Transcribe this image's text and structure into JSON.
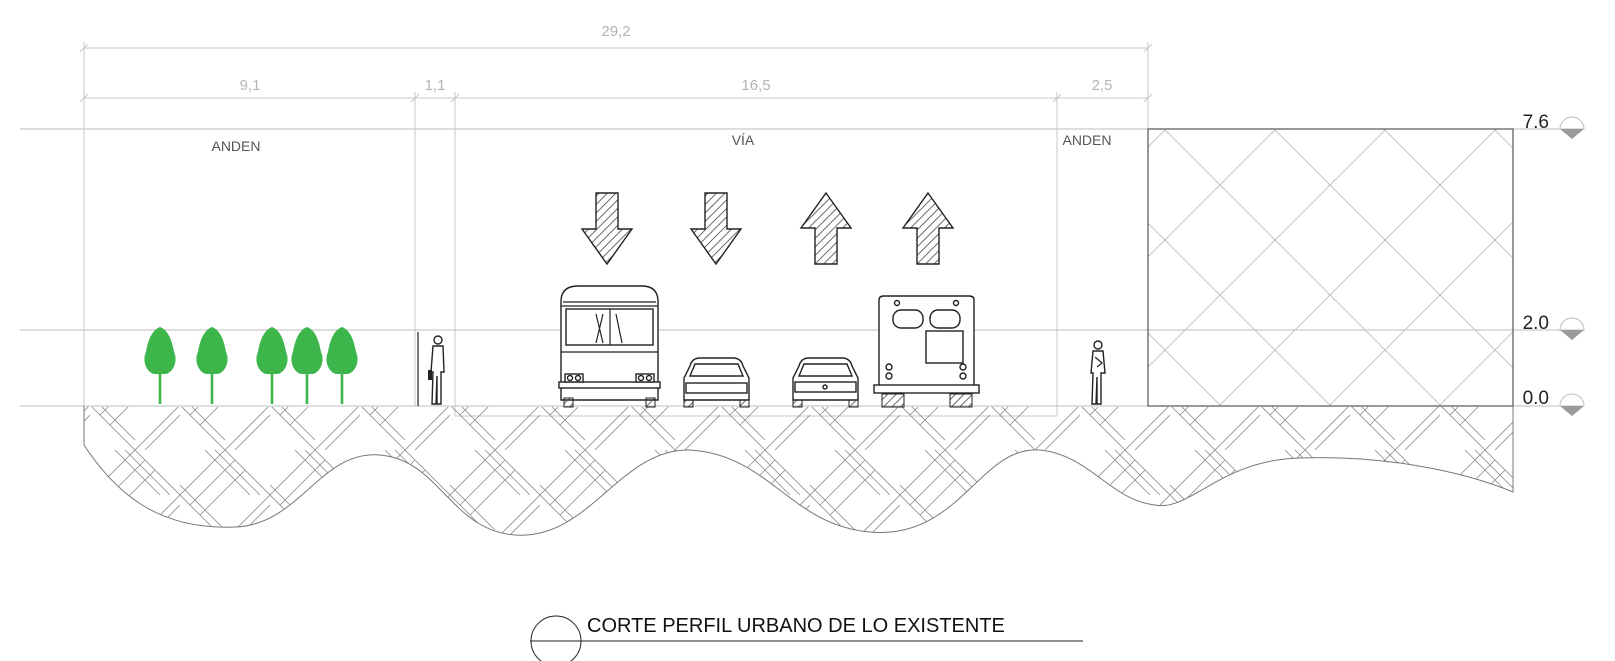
{
  "dimensions": {
    "total": "29,2",
    "anden_left": "9,1",
    "separator": "1,1",
    "via": "16,5",
    "anden_right": "2,5"
  },
  "zones": {
    "anden_left": "ANDEN",
    "via": "VÍA",
    "anden_right": "ANDEN"
  },
  "levels": {
    "top": "7.6",
    "middle": "2.0",
    "ground": "0.0"
  },
  "title": "CORTE PERFIL URBANO DE LO EXISTENTE",
  "colors": {
    "tree": "#3cb54a",
    "line": "#bdbdbd",
    "ink": "#222222"
  },
  "icons": {
    "level": "level-marker-icon",
    "arrow_down": "arrow-down-icon",
    "arrow_up": "arrow-up-icon",
    "tree": "tree-icon",
    "pedestrian": "pedestrian-icon",
    "bus": "bus-icon",
    "car": "car-icon"
  },
  "traffic": [
    "down",
    "down",
    "up",
    "up"
  ]
}
